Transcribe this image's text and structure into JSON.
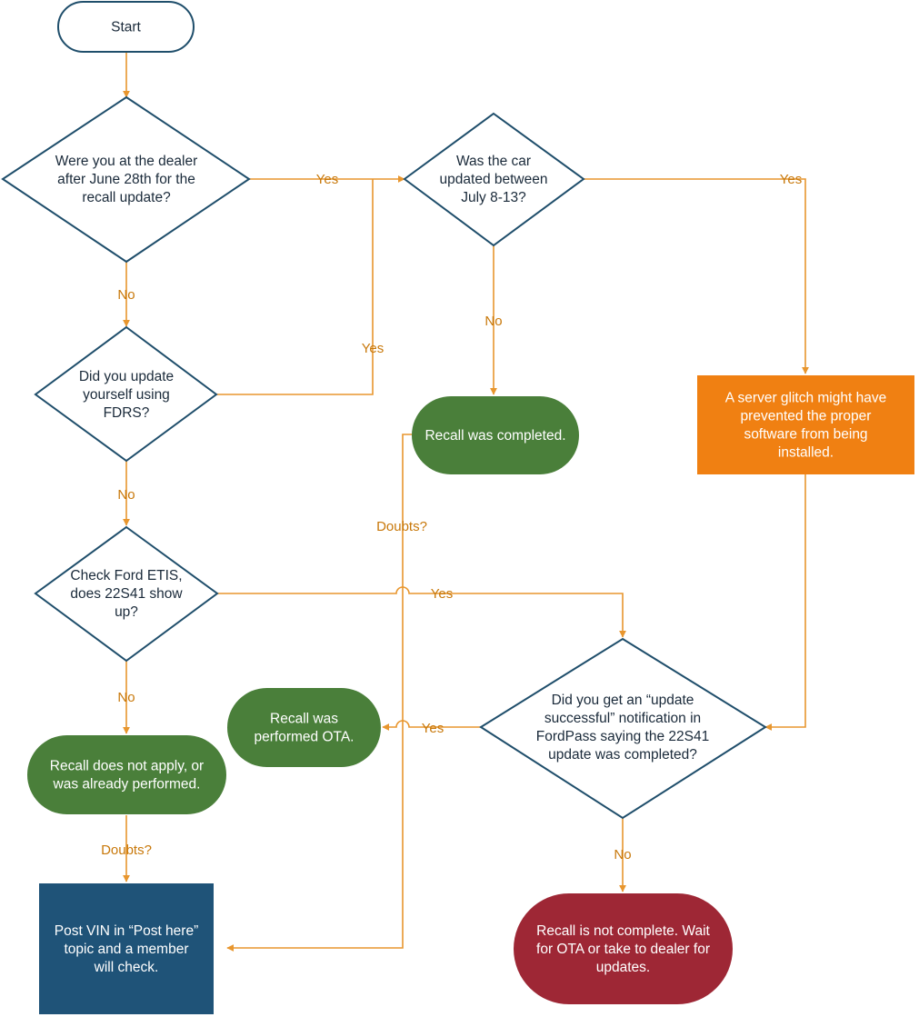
{
  "colors": {
    "outline": "#1f4e6b",
    "arrow": "#e8962e",
    "label": "#c8780a",
    "green": "#4a7f3a",
    "orange": "#f08012",
    "blue": "#1f5378",
    "red": "#9e2735",
    "white": "#ffffff",
    "dark_text": "#1a2a3a"
  },
  "nodes": {
    "start": [
      "Start"
    ],
    "q_dealer": [
      "Were you at the dealer",
      "after June 28th for the",
      "recall update?"
    ],
    "q_updated": [
      "Was the car",
      "updated between",
      "July 8-13?"
    ],
    "q_fdrs": [
      "Did you update",
      "yourself using",
      "FDRS?"
    ],
    "recall_completed": [
      "Recall was completed."
    ],
    "server_glitch": [
      "A server glitch might have",
      "prevented the proper",
      "software from being",
      "installed."
    ],
    "q_etis": [
      "Check Ford ETIS,",
      "does 22S41 show",
      "up?"
    ],
    "recall_ota": [
      "Recall was",
      "performed OTA."
    ],
    "q_fordpass": [
      "Did you get an “update",
      "successful” notification in",
      "FordPass saying the 22S41",
      "update was completed?"
    ],
    "not_apply": [
      "Recall does not apply, or",
      "was already performed."
    ],
    "post_vin": [
      "Post VIN in “Post here”",
      "topic and a member",
      "will check."
    ],
    "not_complete": [
      "Recall is not complete. Wait",
      "for OTA or take to dealer for",
      "updates."
    ]
  },
  "labels": {
    "dealer_yes": "Yes",
    "updated_yes": "Yes",
    "dealer_no": "No",
    "fdrs_yes": "Yes",
    "updated_no": "No",
    "fdrs_no": "No",
    "completed_doubts": "Doubts?",
    "etis_yes": "Yes",
    "etis_no": "No",
    "fordpass_yes": "Yes",
    "notapply_doubts": "Doubts?",
    "fordpass_no": "No"
  }
}
